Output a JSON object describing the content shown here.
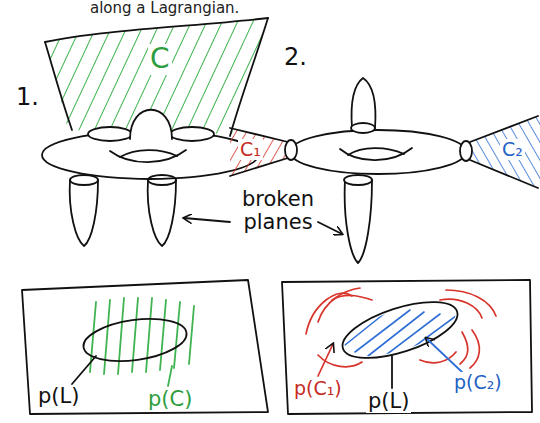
{
  "diagram": {
    "labels": [
      "along a Lagrangian.",
      "1.",
      "C",
      "2.",
      "C₁",
      "C₂",
      "broken planes",
      "p(L)",
      "p(C)",
      "p(C₁)",
      "p(L)",
      "p(C₂)"
    ]
  }
}
